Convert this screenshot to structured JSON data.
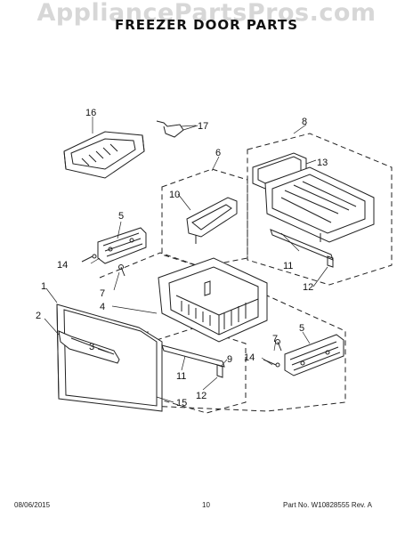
{
  "watermark": "AppliancePartsPros.com",
  "title": "FREEZER DOOR PARTS",
  "callouts": {
    "c1": "1",
    "c2": "2",
    "c3": "3",
    "c4": "4",
    "c5a": "5",
    "c5b": "5",
    "c6": "6",
    "c7a": "7",
    "c7b": "7",
    "c8": "8",
    "c9": "9",
    "c10": "10",
    "c11a": "11",
    "c11b": "11",
    "c12a": "12",
    "c12b": "12",
    "c13": "13",
    "c14a": "14",
    "c14b": "14",
    "c15": "15",
    "c16": "16",
    "c17": "17"
  },
  "footer": {
    "date": "08/06/2015",
    "page": "10",
    "part_no": "Part No. W10828555  Rev. A"
  }
}
